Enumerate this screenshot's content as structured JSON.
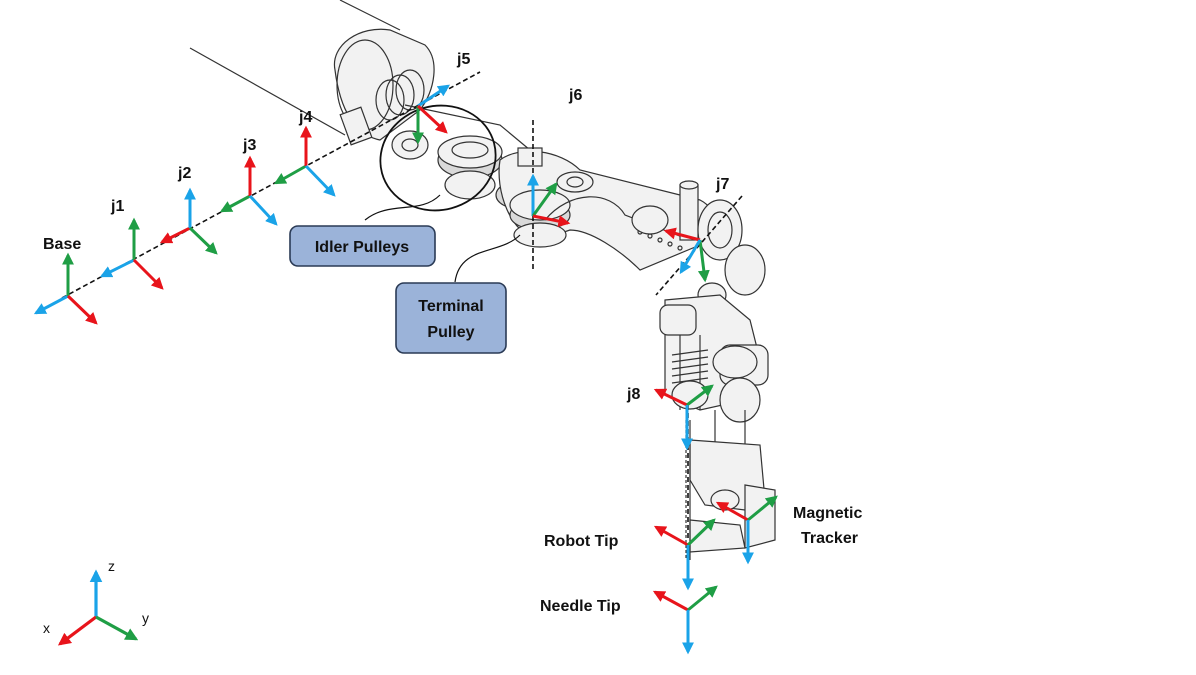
{
  "colors": {
    "x_axis": "#e8141b",
    "y_axis": "#1f9e45",
    "z_axis": "#1aa3e8",
    "callout_fill": "#9bb3d9",
    "callout_border": "#2a3a55"
  },
  "frame_labels": {
    "base": "Base",
    "j1": "j1",
    "j2": "j2",
    "j3": "j3",
    "j4": "j4",
    "j5": "j5",
    "j6": "j6",
    "j7": "j7",
    "j8": "j8",
    "robot_tip": "Robot Tip",
    "needle_tip": "Needle Tip",
    "magnetic_tracker_line1": "Magnetic",
    "magnetic_tracker_line2": "Tracker"
  },
  "callouts": {
    "idler": "Idler Pulleys",
    "terminal_line1": "Terminal",
    "terminal_line2": "Pulley"
  },
  "legend_axes": {
    "x": "x",
    "y": "y",
    "z": "z"
  }
}
